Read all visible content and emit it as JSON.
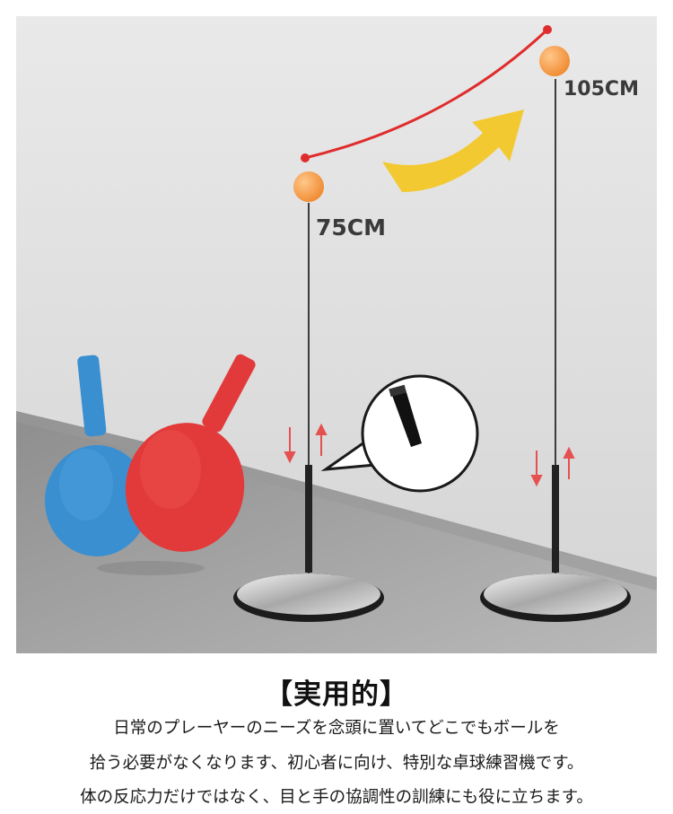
{
  "photo": {
    "label_low": "75CM",
    "label_high": "105CM"
  },
  "caption": {
    "heading": "【実用的】",
    "lines": [
      "日常のプレーヤーのニーズを念頭に置いてどこでもボールを",
      "拾う必要がなくなります、初心者に向け、特別な卓球練習機です。",
      "体の反応力だけではなく、目と手の協調性の訓練にも役に立ちます。"
    ]
  },
  "colors": {
    "wall": "#dcdcdc",
    "floor": "#a8a8a8",
    "ball": "#f6a04a",
    "arc": "#e02c2c",
    "arrow": "#f3c727",
    "paddle_blue": "#3a8fd1",
    "paddle_red": "#e23a3a"
  }
}
